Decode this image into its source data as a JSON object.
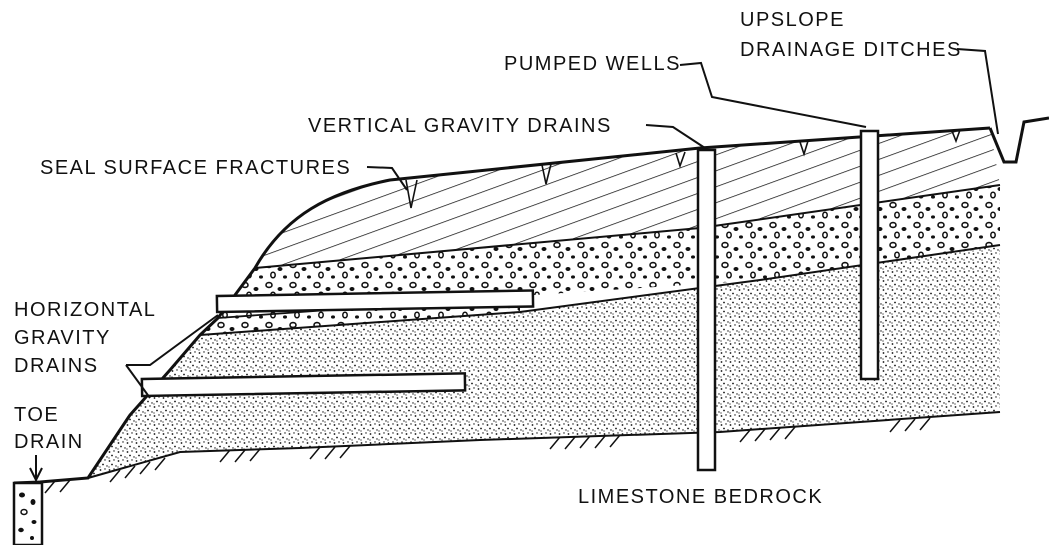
{
  "labels": {
    "upslope_line1": "UPSLOPE",
    "upslope_line2": "DRAINAGE DITCHES",
    "pumped_wells": "PUMPED WELLS",
    "vertical_gravity_drains": "VERTICAL GRAVITY DRAINS",
    "seal_surface_fractures": "SEAL SURFACE FRACTURES",
    "horizontal_line1": "HORIZONTAL",
    "horizontal_line2": "GRAVITY",
    "horizontal_line3": "DRAINS",
    "toe_line1": "TOE",
    "toe_line2": "DRAIN",
    "limestone_bedrock": "LIMESTONE BEDROCK"
  },
  "colors": {
    "ink": "#111111",
    "background": "#ffffff"
  }
}
